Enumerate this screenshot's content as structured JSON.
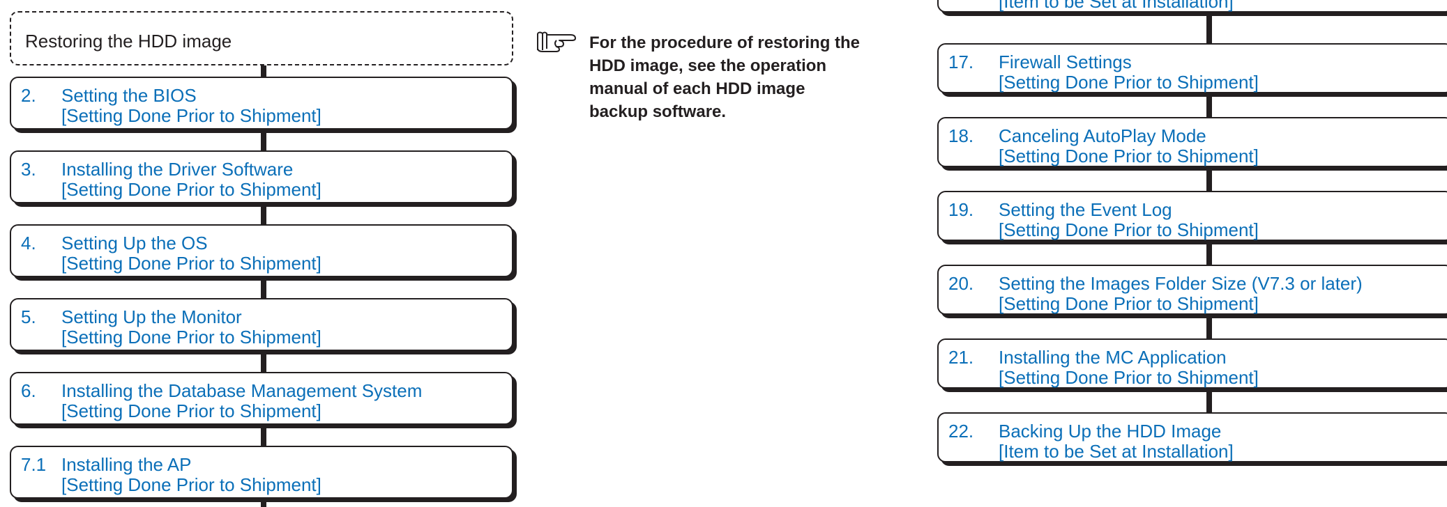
{
  "restore_box": {
    "text": "Restoring the HDD image"
  },
  "note": {
    "icon": "pointing-hand-icon",
    "text": "For the procedure of restoring the HDD image, see the operation manual of each HDD image backup software."
  },
  "left_steps": [
    {
      "num": "2.",
      "title": "Setting the BIOS",
      "sub": "[Setting Done Prior to Shipment]"
    },
    {
      "num": "3.",
      "title": "Installing the Driver Software",
      "sub": "[Setting Done Prior to Shipment]"
    },
    {
      "num": "4.",
      "title": "Setting Up the OS",
      "sub": "[Setting Done Prior to Shipment]"
    },
    {
      "num": "5.",
      "title": "Setting Up the Monitor",
      "sub": "[Setting Done Prior to Shipment]"
    },
    {
      "num": "6.",
      "title": "Installing the Database Management System",
      "sub": "[Setting Done Prior to Shipment]"
    },
    {
      "num": "7.1",
      "title": "Installing the AP",
      "sub": "[Setting Done Prior to Shipment]"
    }
  ],
  "right_top_partial": {
    "sub": "[Item to be Set at Installation]"
  },
  "right_steps": [
    {
      "num": "17.",
      "title": "Firewall Settings",
      "sub": "[Setting Done Prior to Shipment]"
    },
    {
      "num": "18.",
      "title": "Canceling AutoPlay Mode",
      "sub": "[Setting Done Prior to Shipment]"
    },
    {
      "num": "19.",
      "title": "Setting the Event Log",
      "sub": "[Setting Done Prior to Shipment]"
    },
    {
      "num": "20.",
      "title": "Setting the Images Folder Size (V7.3 or later)",
      "sub": "[Setting Done Prior to Shipment]"
    },
    {
      "num": "21.",
      "title": "Installing the MC Application",
      "sub": "[Setting Done Prior to Shipment]"
    },
    {
      "num": "22.",
      "title": "Backing Up the HDD Image",
      "sub": "[Item to be Set at Installation]"
    }
  ],
  "colors": {
    "step_text": "#0b6fb8",
    "line": "#231f20"
  }
}
